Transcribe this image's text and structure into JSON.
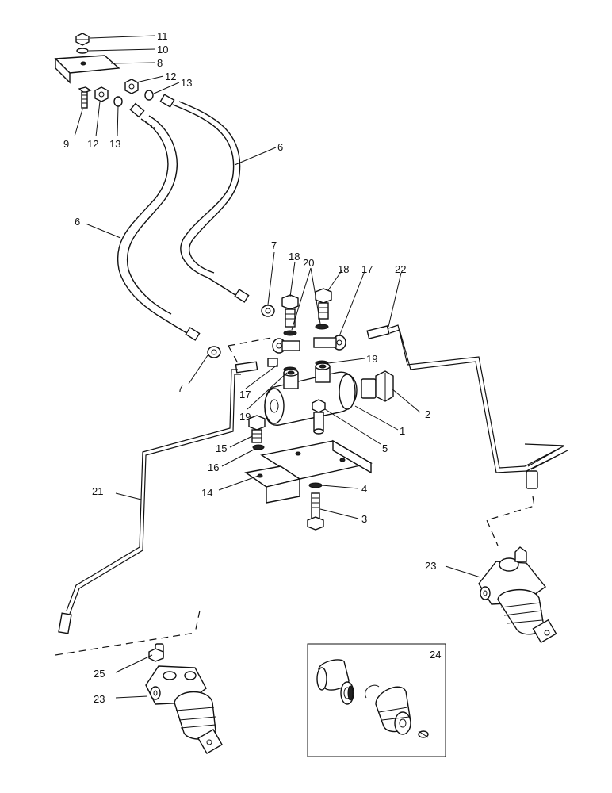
{
  "callouts": {
    "c1": "1",
    "c2": "2",
    "c3": "3",
    "c4": "4",
    "c5": "5",
    "c6a": "6",
    "c6b": "6",
    "c7a": "7",
    "c7b": "7",
    "c8": "8",
    "c9": "9",
    "c10": "10",
    "c11": "11",
    "c12a": "12",
    "c12b": "12",
    "c13a": "13",
    "c13b": "13",
    "c14": "14",
    "c15": "15",
    "c16": "16",
    "c17a": "17",
    "c17b": "17",
    "c18a": "18",
    "c18b": "18",
    "c19a": "19",
    "c19b": "19",
    "c20": "20",
    "c21": "21",
    "c22": "22",
    "c23a": "23",
    "c23b": "23",
    "c24": "24",
    "c25": "25"
  }
}
